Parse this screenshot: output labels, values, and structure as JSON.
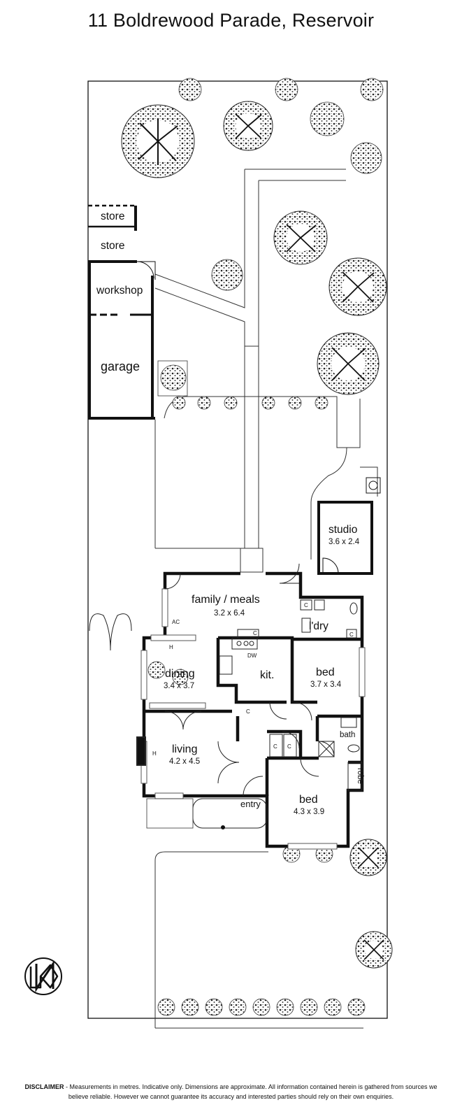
{
  "title": "11 Boldrewood Parade, Reservoir",
  "rooms": {
    "store_top": "store",
    "store_bottom": "store",
    "workshop": "workshop",
    "garage": "garage",
    "studio": {
      "name": "studio",
      "dim": "3.6 x 2.4"
    },
    "family": {
      "name": "family / meals",
      "dim": "3.2 x 6.4"
    },
    "laundry": "l'dry",
    "dining": {
      "name": "dining",
      "dim": "3.4 x 3.7"
    },
    "kitchen": "kit.",
    "bed1": {
      "name": "bed",
      "dim": "3.7 x 3.4"
    },
    "bath": "bath",
    "living": {
      "name": "living",
      "dim": "4.2 x 4.5"
    },
    "robe": "robe",
    "entry": "entry",
    "bed2": {
      "name": "bed",
      "dim": "4.3 x 3.9"
    }
  },
  "fixtures": {
    "ac": "AC",
    "heater_dining": "H",
    "heater_living": "H",
    "dishwasher": "DW",
    "cupboard": "C"
  },
  "disclaimer": {
    "label": "DISCLAIMER",
    "text": " - Measurements in metres. Indicative only. Dimensions are approximate. All information contained herein is gathered from sources we believe reliable. However we cannot guarantee its accuracy and interested parties should rely on their own enquiries."
  }
}
